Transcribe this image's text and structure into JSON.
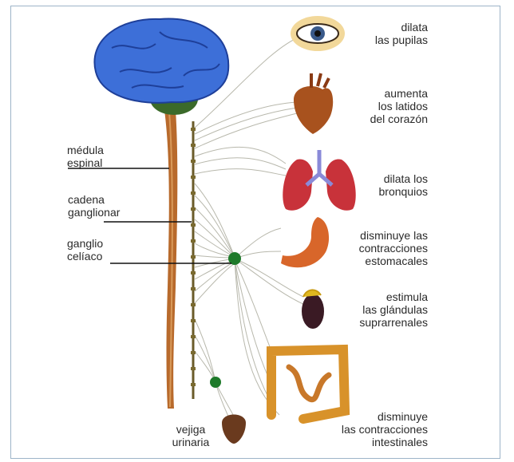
{
  "labels": {
    "medula": "médula\nespinal",
    "cadena": "cadena\nganglionar",
    "ganglio": "ganglio\ncelíaco",
    "vejiga": "vejiga\nurinaria",
    "pupilas": "dilata\nlas pupilas",
    "corazon": "aumenta\nlos latidos\ndel corazón",
    "bronquios": "dilata los\nbronquios",
    "estomago": "disminuye las\ncontracciones\nestomacales",
    "suprarrenales": "estimula\nlas glándulas\nsuprarrenales",
    "intestino": "disminuye\nlas contracciones\nintestinales"
  }
}
